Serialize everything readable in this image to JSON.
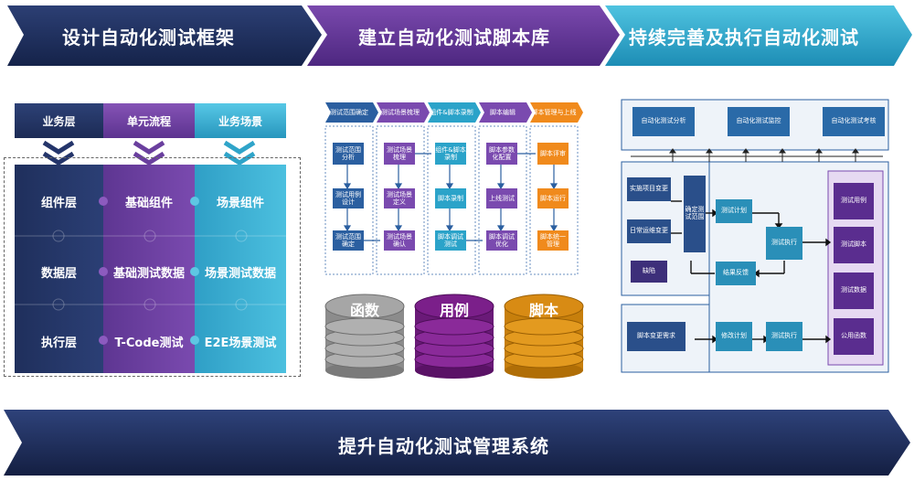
{
  "header": {
    "step1": "设计自动化测试框架",
    "step2": "建立自动化测试脚本库",
    "step3": "持续完善及执行自动化测试"
  },
  "framework": {
    "col_headers": [
      "业务层",
      "单元流程",
      "业务场景"
    ],
    "rows": [
      [
        "组件层",
        "基础组件",
        "场景组件"
      ],
      [
        "数据层",
        "基础测试数据",
        "场景测试数据"
      ],
      [
        "执行层",
        "T-Code测试",
        "E2E场景测试"
      ]
    ]
  },
  "library": {
    "col_headers": [
      "测试范围确定",
      "测试场景梳理",
      "组件&脚本录制",
      "脚本编辑",
      "脚本管理与上线"
    ],
    "columns": [
      [
        "测试范围分析",
        "测试用例设计",
        "测试范围确定"
      ],
      [
        "测试场景梳理",
        "测试场景定义",
        "测试场景确认"
      ],
      [
        "组件&脚本录制",
        "脚本录制",
        "脚本调试测试"
      ],
      [
        "脚本参数化配置",
        "上线测试",
        "脚本调试优化"
      ],
      [
        "脚本评审",
        "脚本运行",
        "脚本统一管理"
      ]
    ],
    "stacks": [
      "函数",
      "用例",
      "脚本"
    ]
  },
  "execution": {
    "top": [
      "自动化测试分析",
      "自动化测试监控",
      "自动化测试考核"
    ],
    "left_inputs": [
      "实施项目变更",
      "日常运维变更"
    ],
    "left_bottom": "缺陷",
    "middle_label": "确定测试范围",
    "flow": [
      "测试计划",
      "测试执行",
      "结果反馈"
    ],
    "bottom_flow": [
      "脚本变更需求",
      "修改计划",
      "测试执行"
    ],
    "right_list": [
      "测试用例",
      "测试脚本",
      "测试数据",
      "公用函数"
    ]
  },
  "footer": {
    "banner": "提升自动化测试管理系统"
  }
}
